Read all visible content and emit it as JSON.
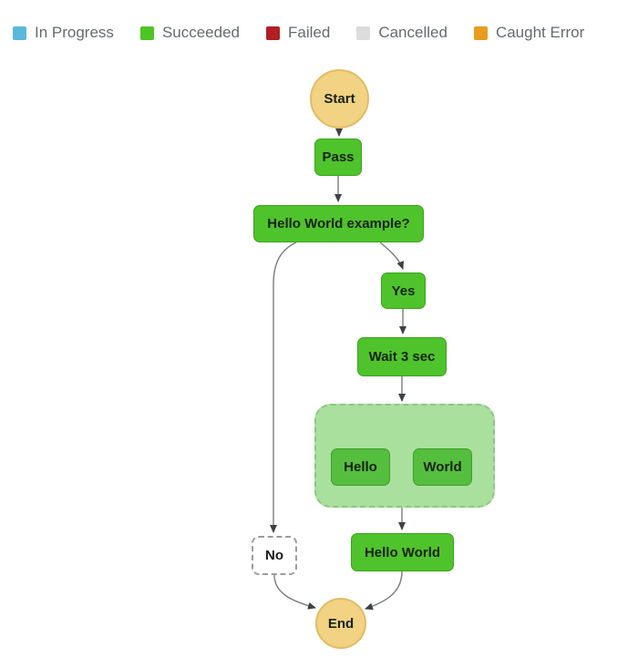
{
  "legend": {
    "items": [
      {
        "label": "In Progress",
        "color": "#5bb8dc"
      },
      {
        "label": "Succeeded",
        "color": "#4ec425"
      },
      {
        "label": "Failed",
        "color": "#b01f23"
      },
      {
        "label": "Cancelled",
        "color": "#dcdcdc"
      },
      {
        "label": "Caught Error",
        "color": "#e89c20"
      }
    ]
  },
  "graph": {
    "start": {
      "label": "Start",
      "status": "terminal"
    },
    "pass": {
      "label": "Pass",
      "status": "succeeded"
    },
    "choice": {
      "label": "Hello World example?",
      "status": "succeeded"
    },
    "yes": {
      "label": "Yes",
      "status": "succeeded"
    },
    "wait": {
      "label": "Wait 3 sec",
      "status": "succeeded"
    },
    "parallel": {
      "label": "",
      "status": "succeeded"
    },
    "hello": {
      "label": "Hello",
      "status": "succeeded"
    },
    "world": {
      "label": "World",
      "status": "succeeded"
    },
    "hello_world": {
      "label": "Hello World",
      "status": "succeeded"
    },
    "no": {
      "label": "No",
      "status": "not-executed"
    },
    "end": {
      "label": "End",
      "status": "terminal"
    }
  },
  "colors": {
    "succeeded_fill": "#4fc32b",
    "succeeded_border": "#3aa31d",
    "parallel_fill": "#a9e09e",
    "parallel_border": "#8dc583",
    "terminal_fill": "#f2d283",
    "terminal_border": "#e2bb63",
    "edge_line": "#797c7f",
    "arrowhead": "#3d4045",
    "not_executed_border": "#9c9c9c",
    "background": "#ffffff"
  }
}
